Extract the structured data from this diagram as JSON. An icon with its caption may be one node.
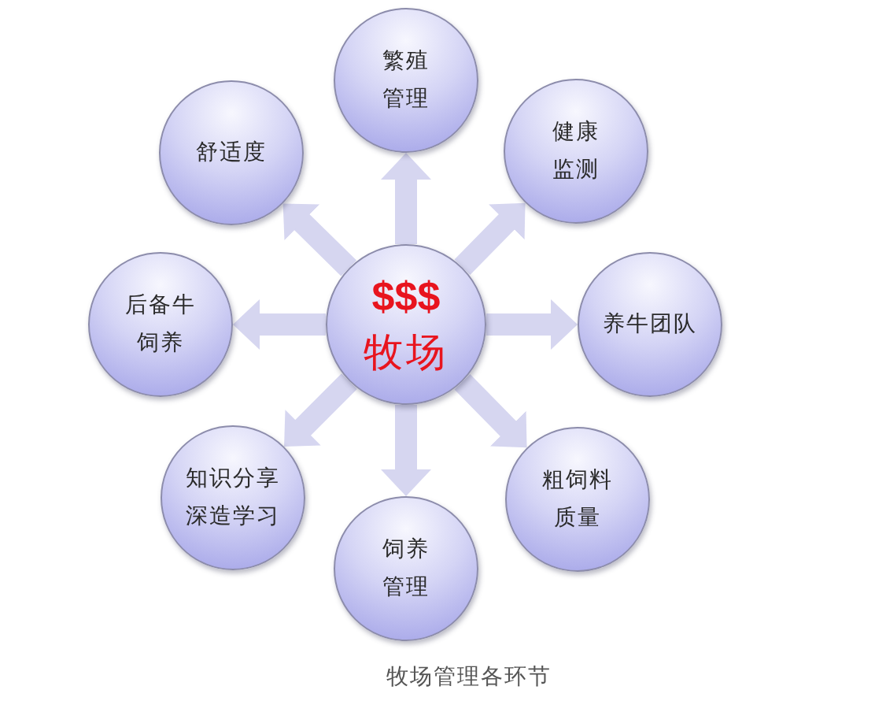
{
  "diagram": {
    "caption": "牧场管理各环节",
    "nodes": [
      {
        "text": [
          "$$$",
          "牧场"
        ]
      },
      {
        "text": [
          "繁殖管理"
        ]
      },
      {
        "text": [
          "健康监测"
        ]
      },
      {
        "text": [
          "养牛团队"
        ]
      },
      {
        "text": [
          "粗饲料质量"
        ]
      },
      {
        "text": [
          "饲养管理"
        ]
      },
      {
        "text": [
          "知识分享深造学习"
        ]
      },
      {
        "text": [
          "后备牛饲养"
        ]
      },
      {
        "text": [
          "舒适度"
        ]
      }
    ],
    "edges": [
      {
        "from": 0,
        "to": 1,
        "arrow": "to"
      },
      {
        "from": 0,
        "to": 2,
        "arrow": "to"
      },
      {
        "from": 0,
        "to": 3,
        "arrow": "to"
      },
      {
        "from": 0,
        "to": 4,
        "arrow": "to"
      },
      {
        "from": 0,
        "to": 5,
        "arrow": "to"
      },
      {
        "from": 0,
        "to": 6,
        "arrow": "to"
      },
      {
        "from": 0,
        "to": 7,
        "arrow": "to"
      },
      {
        "from": 0,
        "to": 8,
        "arrow": "to"
      }
    ]
  }
}
